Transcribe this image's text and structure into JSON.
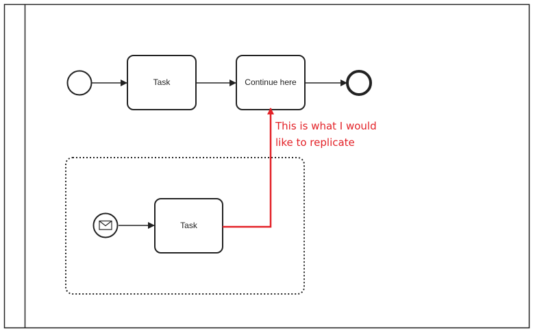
{
  "diagram": {
    "tasks": {
      "task_1": "Task",
      "task_2": "Continue here",
      "task_3": "Task"
    },
    "note": {
      "line1": "This is what I would",
      "line2": "like to replicate"
    },
    "events": {
      "start": "start-event",
      "end": "end-event",
      "message_start": "envelope-icon"
    },
    "colors": {
      "stroke": "#222222",
      "highlight": "#e32127",
      "background": "#ffffff"
    }
  }
}
